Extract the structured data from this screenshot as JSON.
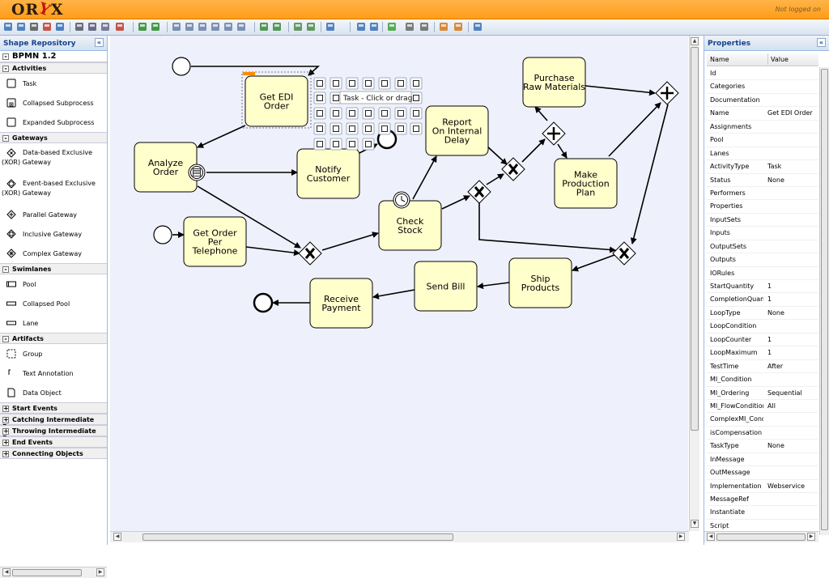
{
  "app": {
    "logo_left": "OR",
    "logo_mid": "Y",
    "logo_right": "X",
    "login_status": "Not logged on"
  },
  "toolbar": {
    "icons": [
      "save-icon",
      "save-as-icon",
      "print-icon",
      "export-pdf-icon",
      "info-icon",
      "cut-icon",
      "copy-icon",
      "paste-icon",
      "delete-icon",
      "undo-icon",
      "redo-icon",
      "align-left-icon",
      "align-center-icon",
      "align-right-icon",
      "align-top-icon",
      "align-middle-icon",
      "align-bottom-icon",
      "group-icon",
      "ungroup-icon",
      "dock-icon",
      "undock-icon",
      "export-icon",
      "zoom-in-icon",
      "zoom-out-icon",
      "validate-icon",
      "step-forward-icon",
      "step-back-icon",
      "shape-icon",
      "layout-icon",
      "view-icon"
    ]
  },
  "left_panel": {
    "title": "Shape Repository",
    "collapse_label": "«",
    "stencil_set": "BPMN 1.2",
    "groups": [
      {
        "label": "Activities",
        "expanded": true,
        "items": [
          {
            "label": "Task",
            "icon": "task-icon"
          },
          {
            "label": "Collapsed Subprocess",
            "icon": "collapsed-subprocess-icon"
          },
          {
            "label": "Expanded Subprocess",
            "icon": "expanded-subprocess-icon"
          }
        ]
      },
      {
        "label": "Gateways",
        "expanded": true,
        "items": [
          {
            "label": "Data-based Exclusive",
            "label2": "(XOR) Gateway",
            "icon": "xor-gateway-icon"
          },
          {
            "label": "Event-based Exclusive",
            "label2": "(XOR) Gateway",
            "icon": "event-gateway-icon"
          },
          {
            "label": "Parallel Gateway",
            "icon": "parallel-gateway-icon"
          },
          {
            "label": "Inclusive Gateway",
            "icon": "inclusive-gateway-icon"
          },
          {
            "label": "Complex Gateway",
            "icon": "complex-gateway-icon"
          }
        ]
      },
      {
        "label": "Swimlanes",
        "expanded": true,
        "items": [
          {
            "label": "Pool",
            "icon": "pool-icon"
          },
          {
            "label": "Collapsed Pool",
            "icon": "collapsed-pool-icon"
          },
          {
            "label": "Lane",
            "icon": "lane-icon"
          }
        ]
      },
      {
        "label": "Artifacts",
        "expanded": true,
        "items": [
          {
            "label": "Group",
            "icon": "group-icon"
          },
          {
            "label": "Text Annotation",
            "icon": "annotation-icon"
          },
          {
            "label": "Data Object",
            "icon": "data-object-icon"
          }
        ]
      },
      {
        "label": "Start Events",
        "expanded": false,
        "items": []
      },
      {
        "label": "Catching Intermediate Eve",
        "expanded": false,
        "items": []
      },
      {
        "label": "Throwing Intermediate Eve",
        "expanded": false,
        "items": []
      },
      {
        "label": "End Events",
        "expanded": false,
        "items": []
      },
      {
        "label": "Connecting Objects",
        "expanded": false,
        "items": []
      }
    ]
  },
  "diagram": {
    "tasks": {
      "get_edi": [
        "Get EDI",
        "Order"
      ],
      "analyze": [
        "Analyze",
        "Order"
      ],
      "notify": [
        "Notify",
        "Customer"
      ],
      "telephone": [
        "Get Order",
        "Per",
        "Telephone"
      ],
      "check": [
        "Check",
        "Stock"
      ],
      "report": [
        "Report",
        "On Internal",
        "Delay"
      ],
      "purchase": [
        "Purchase",
        "Raw Materials"
      ],
      "production": [
        "Make",
        "Production",
        "Plan"
      ],
      "ship": [
        "Ship",
        "Products"
      ],
      "bill": [
        "Send Bill"
      ],
      "payment": [
        "Receive",
        "Payment"
      ]
    },
    "tooltip": "Task - Click or drag"
  },
  "right_panel": {
    "title": "Properties",
    "collapse_label": "«",
    "col_name": "Name",
    "col_value": "Value",
    "rows": [
      [
        "Id",
        ""
      ],
      [
        "Categories",
        ""
      ],
      [
        "Documentation",
        ""
      ],
      [
        "Name",
        "Get EDI Order"
      ],
      [
        "Assignments",
        ""
      ],
      [
        "Pool",
        ""
      ],
      [
        "Lanes",
        ""
      ],
      [
        "ActivityType",
        "Task"
      ],
      [
        "Status",
        "None"
      ],
      [
        "Performers",
        ""
      ],
      [
        "Properties",
        ""
      ],
      [
        "InputSets",
        ""
      ],
      [
        "Inputs",
        ""
      ],
      [
        "OutputSets",
        ""
      ],
      [
        "Outputs",
        ""
      ],
      [
        "IORules",
        ""
      ],
      [
        "StartQuantity",
        "1"
      ],
      [
        "CompletionQuanti",
        "1"
      ],
      [
        "LoopType",
        "None"
      ],
      [
        "LoopCondition",
        ""
      ],
      [
        "LoopCounter",
        "1"
      ],
      [
        "LoopMaximum",
        "1"
      ],
      [
        "TestTime",
        "After"
      ],
      [
        "MI_Condition",
        ""
      ],
      [
        "MI_Ordering",
        "Sequential"
      ],
      [
        "MI_FlowCondition",
        "All"
      ],
      [
        "ComplexMI_Cond",
        ""
      ],
      [
        "isCompensation",
        ""
      ],
      [
        "TaskType",
        "None"
      ],
      [
        "InMessage",
        ""
      ],
      [
        "OutMessage",
        ""
      ],
      [
        "Implementation",
        "Webservice"
      ],
      [
        "MessageRef",
        ""
      ],
      [
        "Instantiate",
        ""
      ],
      [
        "Script",
        ""
      ]
    ]
  }
}
